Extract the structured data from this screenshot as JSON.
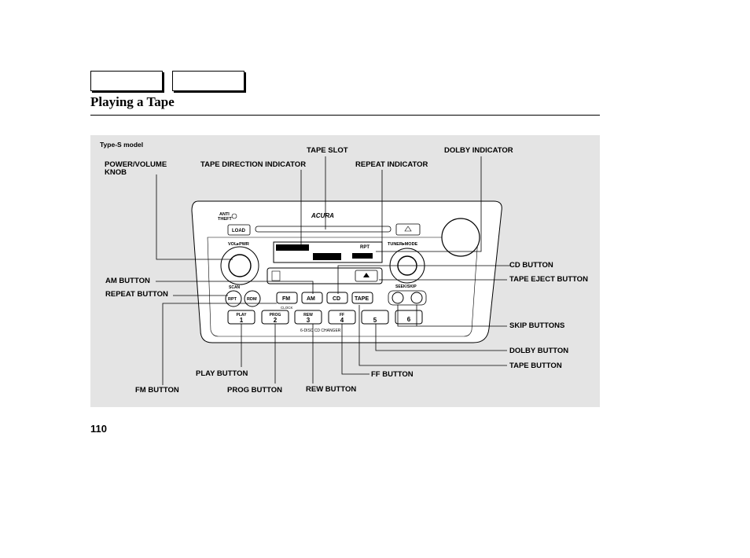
{
  "header": {
    "tabs": [
      "",
      ""
    ],
    "title": "Playing a Tape"
  },
  "figure": {
    "model": "Type-S model",
    "labels": {
      "tape_slot": "TAPE SLOT",
      "dolby_indicator": "DOLBY INDICATOR",
      "power_volume_knob": "POWER/VOLUME\nKNOB",
      "tape_direction_indicator": "TAPE DIRECTION INDICATOR",
      "repeat_indicator": "REPEAT INDICATOR",
      "cd_button": "CD BUTTON",
      "am_button": "AM BUTTON",
      "tape_eject_button": "TAPE EJECT BUTTON",
      "repeat_button": "REPEAT BUTTON",
      "skip_buttons": "SKIP BUTTONS",
      "dolby_button": "DOLBY BUTTON",
      "tape_button": "TAPE BUTTON",
      "play_button": "PLAY BUTTON",
      "ff_button": "FF BUTTON",
      "fm_button": "FM BUTTON",
      "prog_button": "PROG BUTTON",
      "rew_button": "REW BUTTON"
    },
    "radio_text": {
      "anti_theft": "ANTI\nTHEFT",
      "brand": "ACURA",
      "load": "LOAD",
      "vol_pwr": "VOL▸PWR",
      "tuner_mode": "TUNER▸MODE",
      "scan": "SCAN",
      "rpt": "RPT",
      "rdm": "RDM",
      "fm": "FM",
      "am": "AM",
      "cd": "CD",
      "tape": "TAPE",
      "seek_skip": "SEEK/SKIP",
      "clock": "CLOCK",
      "changer": "6-DISC CD CHANGER",
      "presets": [
        "1",
        "2",
        "3",
        "4",
        "5",
        "6"
      ],
      "preset_sub": [
        "PLAY",
        "PROG",
        "REW",
        "FF",
        "",
        ""
      ],
      "display": "RPT"
    }
  },
  "footer": {
    "page_number": "110"
  }
}
